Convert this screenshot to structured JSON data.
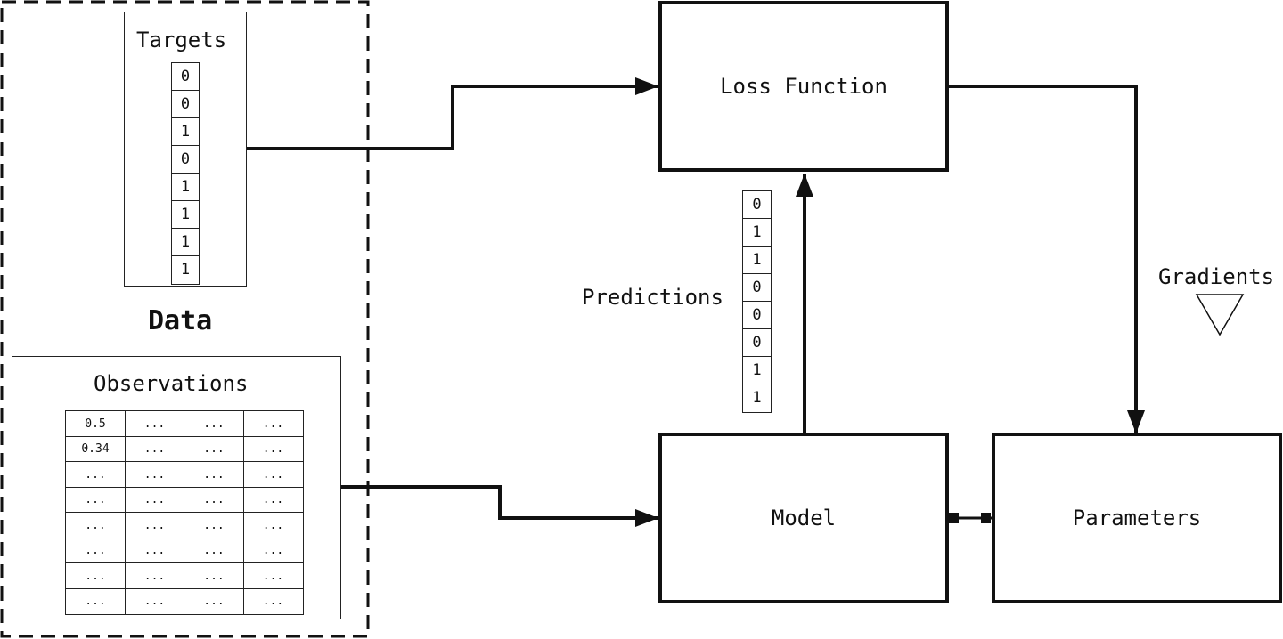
{
  "data_section": {
    "title": "Data",
    "targets_label": "Targets",
    "targets": [
      "0",
      "0",
      "1",
      "0",
      "1",
      "1",
      "1",
      "1"
    ],
    "observations_label": "Observations",
    "observations": [
      [
        "0.5",
        "...",
        "...",
        "..."
      ],
      [
        "0.34",
        "...",
        "...",
        "..."
      ],
      [
        "...",
        "...",
        "...",
        "..."
      ],
      [
        "...",
        "...",
        "...",
        "..."
      ],
      [
        "...",
        "...",
        "...",
        "..."
      ],
      [
        "...",
        "...",
        "...",
        "..."
      ],
      [
        "...",
        "...",
        "...",
        "..."
      ],
      [
        "...",
        "...",
        "...",
        "..."
      ]
    ]
  },
  "loss_function_label": "Loss Function",
  "model_label": "Model",
  "parameters_label": "Parameters",
  "predictions_label": "Predictions",
  "predictions": [
    "0",
    "1",
    "1",
    "0",
    "0",
    "0",
    "1",
    "1"
  ],
  "gradients_label": "Gradients",
  "gradient_symbol": "nabla-triangle-icon"
}
